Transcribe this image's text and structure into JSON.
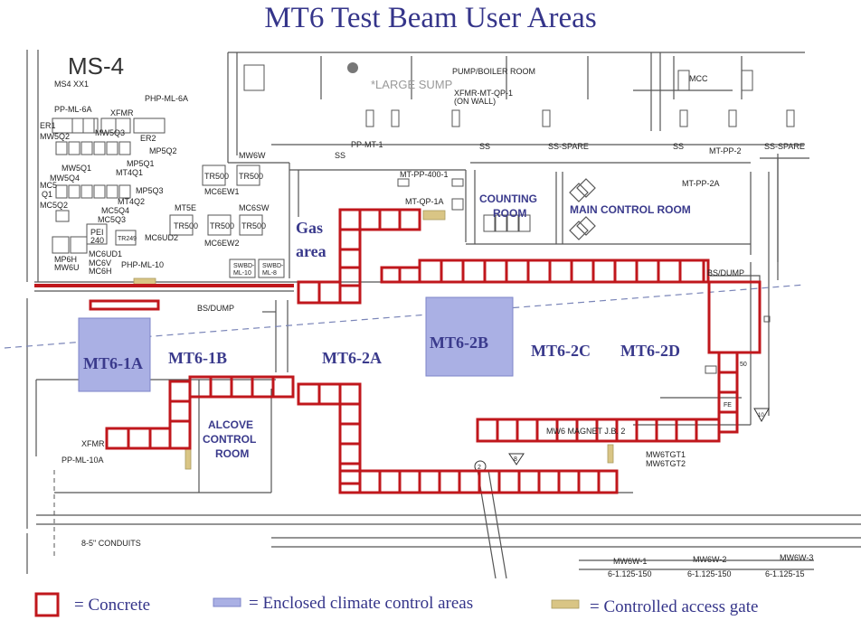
{
  "title": "MT6 Test Beam User Areas",
  "areas": {
    "mt6_1a": "MT6-1A",
    "mt6_1b": "MT6-1B",
    "mt6_2a": "MT6-2A",
    "mt6_2b": "MT6-2B",
    "mt6_2c": "MT6-2C",
    "mt6_2d": "MT6-2D",
    "gas1": "Gas",
    "gas2": "area"
  },
  "rooms": {
    "counting1": "COUNTING",
    "counting2": "ROOM",
    "main_control": "MAIN CONTROL ROOM",
    "alcove1": "ALCOVE",
    "alcove2": "CONTROL",
    "alcove3": "ROOM",
    "pump_boiler": "PUMP/BOILER ROOM",
    "large_sump": "*LARGE SUMP"
  },
  "labels": {
    "ms4": "MS-4",
    "ms4xx1": "MS4 XX1",
    "php_ml_6a": "PHP-ML-6A",
    "pp_ml_6a": "PP-ML-6A",
    "xfmr_top": "XFMR",
    "er1": "ER1",
    "er2": "ER2",
    "mw5q2": "MW5Q2",
    "mw5q3": "MW5Q3",
    "mp5q2": "MP5Q2",
    "mw5q1": "MW5Q1",
    "mp5q1": "MP5Q1",
    "mw5q4": "MW5Q4",
    "mt4q1": "MT4Q1",
    "mc5": "MC5",
    "q1": "Q1",
    "mp5q3": "MP5Q3",
    "mt4q2": "MT4Q2",
    "mc5q2": "MC5Q2",
    "mc5q4": "MC5Q4",
    "mc5q3": "MC5Q3",
    "pei": "PEI",
    "pei240": "240",
    "tr249": "TR249",
    "mc6ud2": "MC6UD2",
    "mc6ud1": "MC6UD1",
    "mp6h1": "MP6H",
    "mw6u": "MW6U",
    "mc6v": "MC6V",
    "mc6h": "MC6H",
    "php_ml_10": "PHP-ML-10",
    "mw6w": "MW6W",
    "tr500": "TR500",
    "mc6ew1": "MC6EW1",
    "mt5e": "MT5E",
    "mc6sw": "MC6SW",
    "mc6ew2": "MC6EW2",
    "swbd1": "SWBD-",
    "ml10": "ML-10",
    "swbd2": "SWBD-",
    "ml8": "ML-8",
    "bs_dump_left": "BS/DUMP",
    "bs_dump_right": "BS/DUMP",
    "mcc": "MCC",
    "xfmr_mt_qp_1": "XFMR-MT-QP-1",
    "on_wall": "(ON WALL)",
    "pp_mt_1": "PP-MT-1",
    "ss1": "SS",
    "ss2": "SS",
    "ss_spare1": "SS-SPARE",
    "ss3": "SS",
    "mt_pp_2": "MT-PP-2",
    "ss_spare2": "SS-SPARE",
    "mt_pp_400_1": "MT-PP-400-1",
    "mt_qp_1a": "MT-QP-1A",
    "mt_pp_2a": "MT-PP-2A",
    "mw6_magnet": "MW6  MAGNET J.B. 2",
    "mw6tgt1": "MW6TGT1",
    "mw6tgt2": "MW6TGT2",
    "xfmr_bottom": "XFMR",
    "pp_ml_10a": "PP-ML-10A",
    "conduits": "8-5\" CONDUITS",
    "mw6w_1": "MW6W-1",
    "mw6w_2": "MW6W-2",
    "mw6w_3": "MW6W-3",
    "pipe1": "6-1.125-150",
    "pipe2": "6-1.125-150",
    "pipe3": "6-1.125-15",
    "fe": "FE",
    "n50": "50",
    "n2": "2",
    "n8": "8",
    "n10": "10"
  },
  "legend": {
    "concrete": "= Concrete",
    "enclosed": "= Enclosed climate control areas",
    "gate": "= Controlled access gate"
  },
  "colors": {
    "concrete": "#c0171c",
    "enclosed": "#aab0e4",
    "gate": "#d9c585",
    "label_blue": "#3a3a8c"
  }
}
